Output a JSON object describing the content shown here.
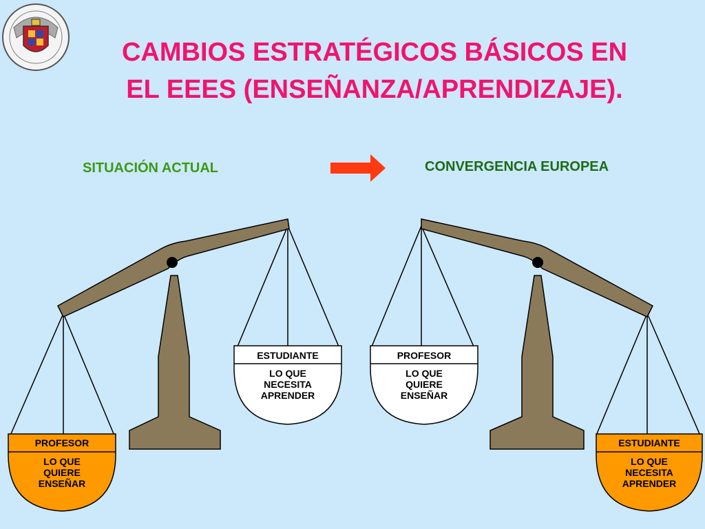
{
  "title": {
    "line1": "CAMBIOS ESTRATÉGICOS BÁSICOS EN",
    "line2": "EL EEES (ENSEÑANZA/APRENDIZAJE)."
  },
  "left_heading": "SITUACIÓN ACTUAL",
  "right_heading": "CONVERGENCIA EUROPEA",
  "colors": {
    "background": "#cce8fb",
    "title": "#f0146e",
    "left_heading": "#3a9a12",
    "right_heading": "#1d6b15",
    "arrow": "#ff3a10",
    "scale_wood": "#8b7a5a",
    "heavy_pan": "#ff9900",
    "light_pan": "#ffffff"
  },
  "left_scale": {
    "heavy_pan": {
      "label": "PROFESOR",
      "lines": [
        "LO QUE",
        "QUIERE",
        "ENSEÑAR"
      ]
    },
    "light_pan": {
      "label": "ESTUDIANTE",
      "lines": [
        "LO QUE",
        "NECESITA",
        "APRENDER"
      ]
    }
  },
  "right_scale": {
    "light_pan": {
      "label": "PROFESOR",
      "lines": [
        "LO QUE",
        "QUIERE",
        "ENSEÑAR"
      ]
    },
    "heavy_pan": {
      "label": "ESTUDIANTE",
      "lines": [
        "LO QUE",
        "NECESITA",
        "APRENDER"
      ]
    }
  }
}
